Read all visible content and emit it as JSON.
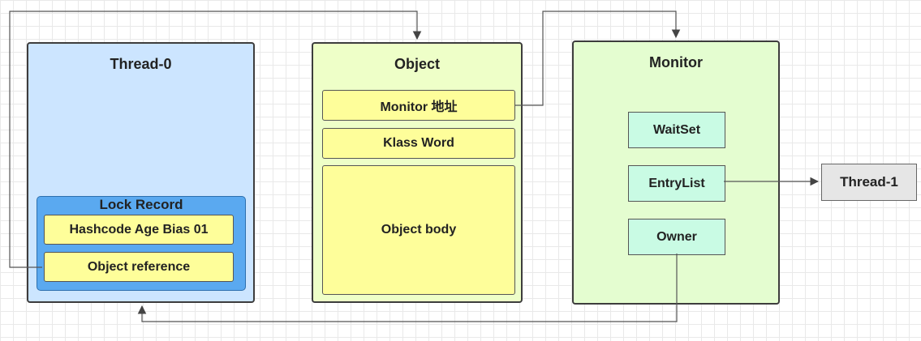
{
  "thread0": {
    "title": "Thread-0",
    "lock_record": {
      "title": "Lock Record",
      "hashcode_cell": "Hashcode Age Bias 01",
      "object_reference_cell": "Object reference"
    }
  },
  "object": {
    "title": "Object",
    "monitor_address": "Monitor 地址",
    "klass_word": "Klass Word",
    "body": "Object body"
  },
  "monitor": {
    "title": "Monitor",
    "wait_set": "WaitSet",
    "entry_list": "EntryList",
    "owner": "Owner"
  },
  "thread1": {
    "label": "Thread-1"
  },
  "colors": {
    "thread0_fill": "#cce5ff",
    "lock_record_fill": "#5aa9f0",
    "object_fill": "#eeffc8",
    "monitor_fill": "#e4fdd0",
    "cell_yellow": "#fefe9a",
    "cell_mint": "#c9fbe4",
    "thread1_fill": "#e6e6e6",
    "connector": "#555555"
  }
}
